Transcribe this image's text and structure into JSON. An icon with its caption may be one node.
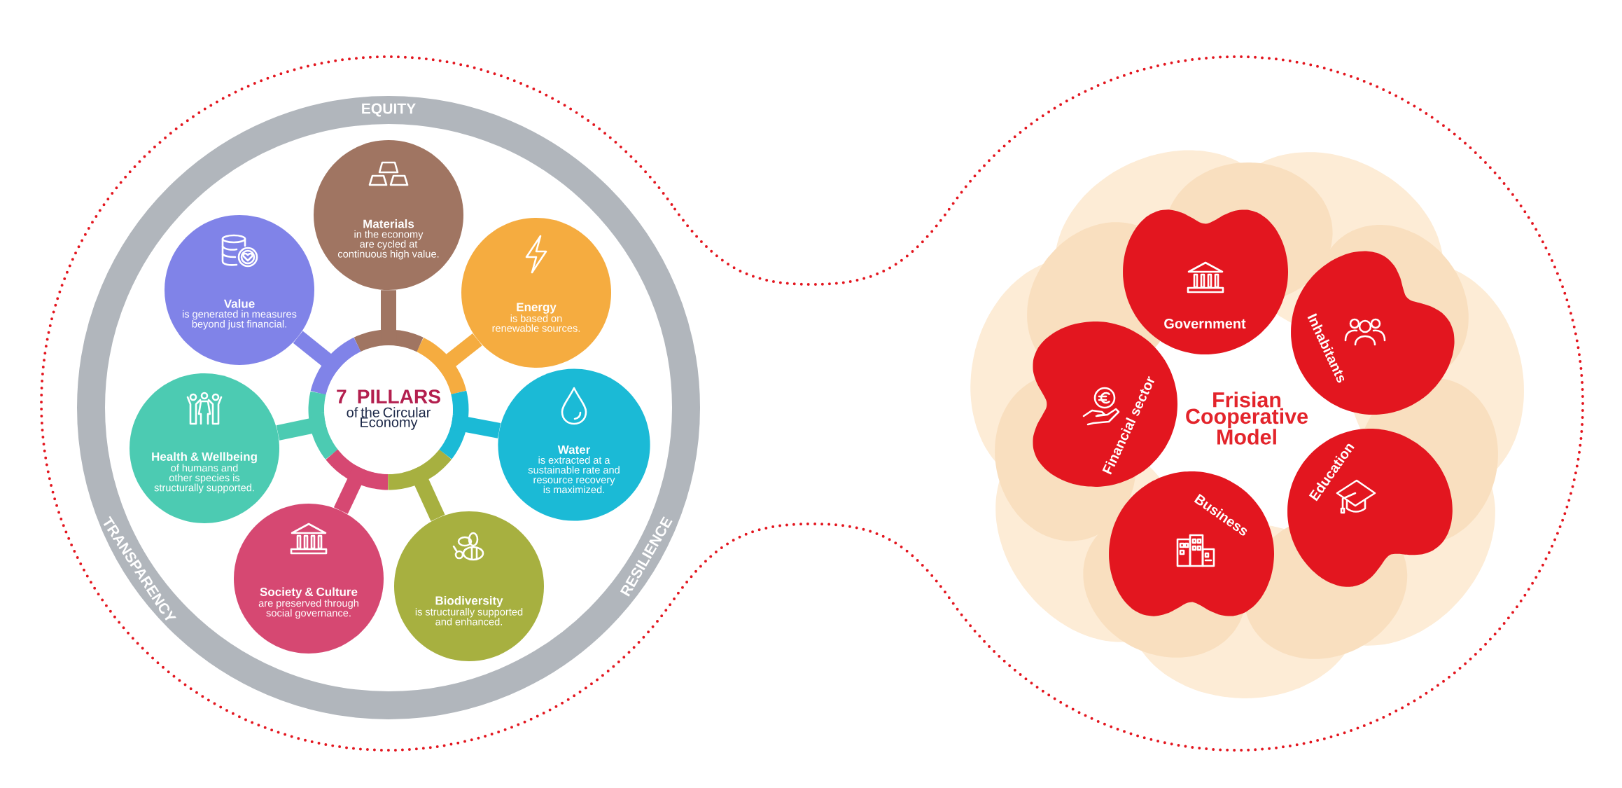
{
  "diagram": {
    "nodes": [
      {
        "text": [
          "7 PILLARS",
          "of the Circular Economy"
        ]
      },
      {
        "text": [
          "Materials",
          "in the economy are cycled at continuous high value."
        ]
      },
      {
        "text": [
          "Energy",
          "is based on renewable sources."
        ]
      },
      {
        "text": [
          "Water",
          "is extracted at a sustainable rate and resource recovery is maximized."
        ]
      },
      {
        "text": [
          "Biodiversity",
          "is structurally supported and enhanced."
        ]
      },
      {
        "text": [
          "Society & Culture",
          "are preserved through social governance."
        ]
      },
      {
        "text": [
          "Health & Wellbeing",
          "of humans and other species is structurally supported."
        ]
      },
      {
        "text": [
          "Value",
          "is generated in measures beyond just financial."
        ]
      },
      {
        "text": [
          "Frisian Cooperative Model"
        ]
      },
      {
        "text": [
          "Government"
        ],
        "in": 8
      },
      {
        "text": [
          "Inhabitants"
        ],
        "in": 8
      },
      {
        "text": [
          "Education"
        ],
        "in": 8
      },
      {
        "text": [
          "Business"
        ],
        "in": 8
      },
      {
        "text": [
          "Financial sector"
        ],
        "in": 8
      }
    ],
    "edges": [
      {
        "from": 0,
        "to": 1,
        "arrow": "none",
        "color": "#a07562"
      },
      {
        "from": 0,
        "to": 2,
        "arrow": "none",
        "color": "#f5ac40"
      },
      {
        "from": 0,
        "to": 3,
        "arrow": "none",
        "color": "#1bbad6"
      },
      {
        "from": 0,
        "to": 4,
        "arrow": "none",
        "color": "#a7b040"
      },
      {
        "from": 0,
        "to": 5,
        "arrow": "none",
        "color": "#d64872"
      },
      {
        "from": 0,
        "to": 6,
        "arrow": "none",
        "color": "#4ccbb2"
      },
      {
        "from": 0,
        "to": 7,
        "arrow": "none",
        "color": "#8083e8"
      }
    ],
    "labels": [
      "EQUITY",
      "TRANSPARENCY",
      "RESILIENCE"
    ]
  }
}
